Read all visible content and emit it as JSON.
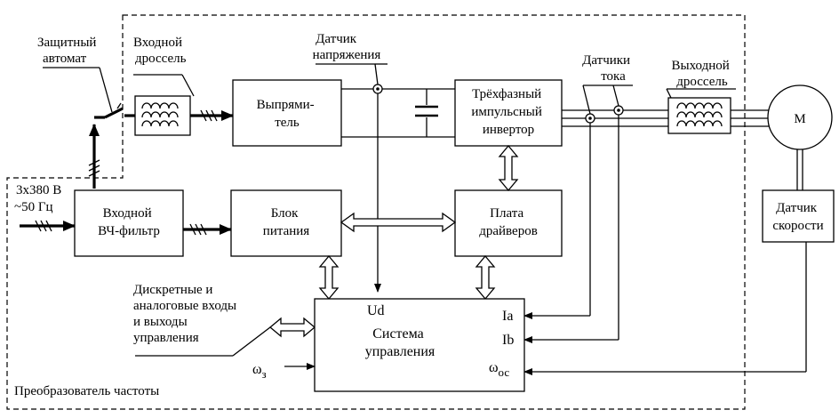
{
  "labels": {
    "breaker": [
      "Защитный",
      "автомат"
    ],
    "input_choke": [
      "Входной",
      "дроссель"
    ],
    "voltage_sensor": [
      "Датчик",
      "напряжения"
    ],
    "current_sensors": [
      "Датчики",
      "тока"
    ],
    "output_choke": [
      "Выходной",
      "дроссель"
    ],
    "supply": [
      "3x380 В",
      "~50 Гц"
    ],
    "discrete_io": [
      "Дискретные и",
      "аналоговые входы",
      "и выходы",
      "управления"
    ],
    "converter_name": "Преобразователь частоты",
    "omega_ref": "ω",
    "omega_ref_sub": "з"
  },
  "blocks": {
    "rectifier": [
      "Выпрями-",
      "тель"
    ],
    "inverter": [
      "Трёхфазный",
      "импульсный",
      "инвертор"
    ],
    "motor": "М",
    "speed_sensor": [
      "Датчик",
      "скорости"
    ],
    "hf_filter": [
      "Входной",
      "ВЧ-фильтр"
    ],
    "power_supply": [
      "Блок",
      "питания"
    ],
    "driver_board": [
      "Плата",
      "драйверов"
    ],
    "control_system": [
      "Система",
      "управления"
    ]
  },
  "control_ports": {
    "ud": "Ud",
    "ia": "Ia",
    "ib": "Ib",
    "omega_oc": "ω",
    "omega_oc_sub": "ос"
  }
}
